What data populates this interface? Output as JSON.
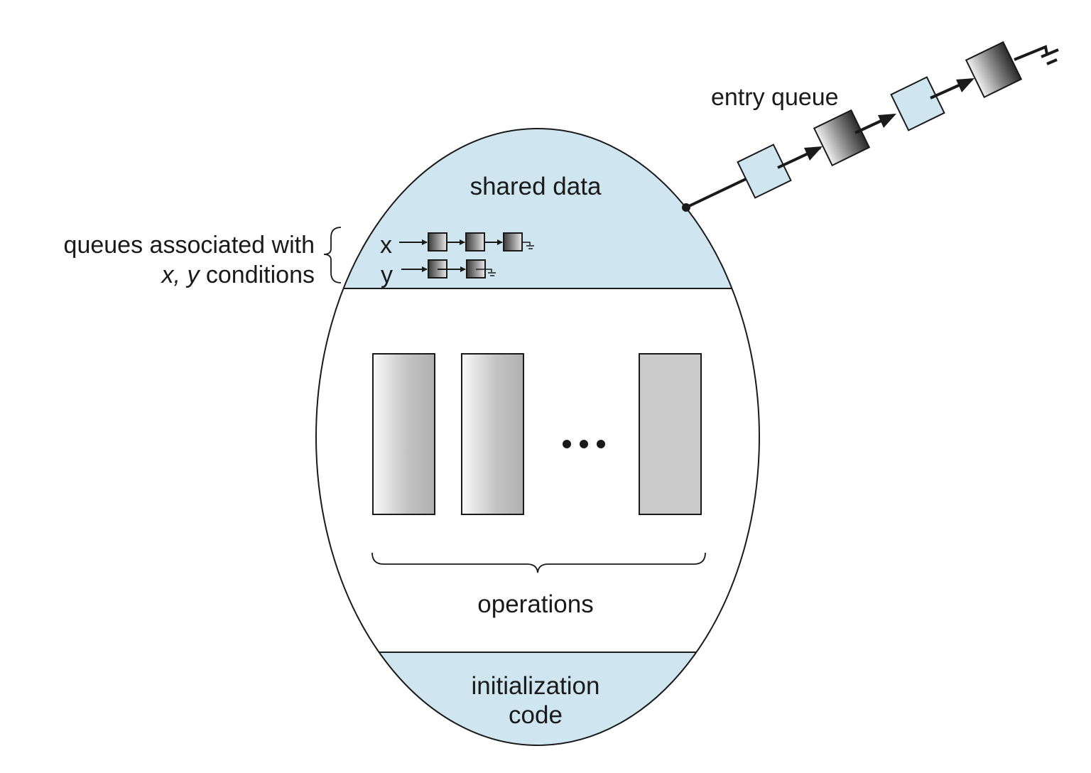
{
  "diagram": {
    "title": "Monitor with condition variables",
    "sections": {
      "shared_data": "shared data",
      "operations": "operations",
      "initialization_line1": "initialization",
      "initialization_line2": "code"
    },
    "condition_label": {
      "line1": "queues associated with",
      "line2_italic": "x, y",
      "line2_rest": " conditions"
    },
    "condition_queues": [
      {
        "name": "x",
        "nodes": 3
      },
      {
        "name": "y",
        "nodes": 2
      }
    ],
    "entry_queue": {
      "label": "entry queue",
      "nodes": [
        "light",
        "dark",
        "light",
        "dark"
      ]
    },
    "operations_count_visible": 3,
    "ellipsis": "…",
    "colors": {
      "fill_blue": "#cfe6f0",
      "stroke": "#1a1a1a",
      "op_gray": "#cbcbcb"
    }
  }
}
